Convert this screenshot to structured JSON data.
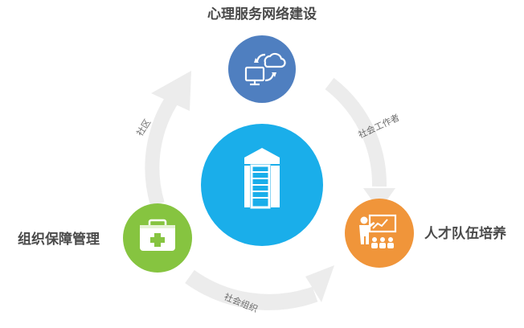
{
  "nodes": {
    "top": {
      "label": "心理服务网络建设",
      "color": "#4f7fc0",
      "icon": "computer-cloud-sync-icon"
    },
    "left": {
      "label": "组织保障管理",
      "color": "#86c440",
      "icon": "medical-kit-icon"
    },
    "right": {
      "label": "人才队伍培养",
      "color": "#f0953a",
      "icon": "teacher-training-icon"
    },
    "center": {
      "color": "#1aaeea",
      "icon": "building-icon"
    }
  },
  "arrows": {
    "left": "社区",
    "right": "社会工作者",
    "bottom": "社会组织"
  },
  "colors": {
    "arrow": "#ececec",
    "label_text": "#4a4a4a"
  }
}
